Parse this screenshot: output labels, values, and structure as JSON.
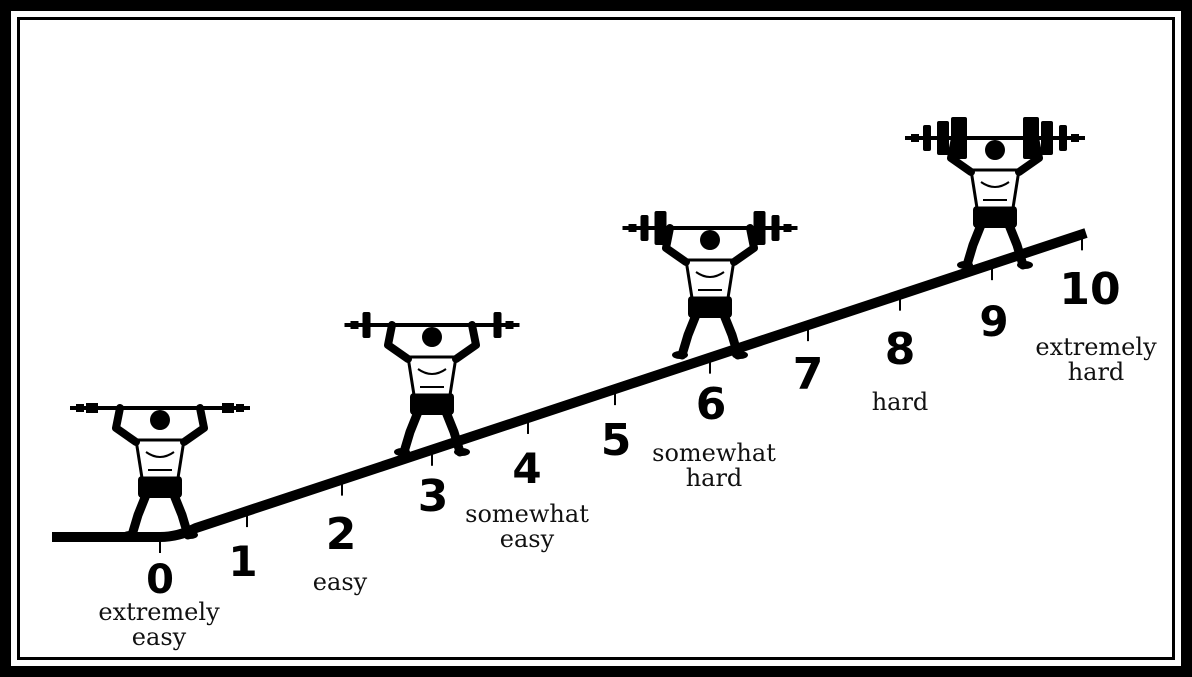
{
  "scale": [
    {
      "value": "0",
      "descriptor": [
        "extremely",
        "easy"
      ]
    },
    {
      "value": "1",
      "descriptor": []
    },
    {
      "value": "2",
      "descriptor": [
        "easy"
      ]
    },
    {
      "value": "3",
      "descriptor": []
    },
    {
      "value": "4",
      "descriptor": [
        "somewhat",
        "easy"
      ]
    },
    {
      "value": "5",
      "descriptor": []
    },
    {
      "value": "6",
      "descriptor": [
        "somewhat",
        "hard"
      ]
    },
    {
      "value": "7",
      "descriptor": []
    },
    {
      "value": "8",
      "descriptor": [
        "hard"
      ]
    },
    {
      "value": "9",
      "descriptor": []
    },
    {
      "value": "10",
      "descriptor": [
        "extremely",
        "hard"
      ]
    }
  ],
  "figures": [
    {
      "scale_value": 0,
      "plates": 0,
      "icon": "weightlifter-icon"
    },
    {
      "scale_value": 3,
      "plates": 1,
      "icon": "weightlifter-icon"
    },
    {
      "scale_value": 6,
      "plates": 2,
      "icon": "weightlifter-icon"
    },
    {
      "scale_value": 9,
      "plates": 3,
      "icon": "weightlifter-icon"
    }
  ],
  "colors": {
    "ink": "#000000",
    "background": "#ffffff"
  }
}
